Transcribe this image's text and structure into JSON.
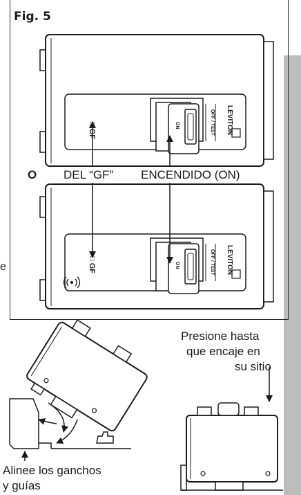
{
  "figure": {
    "label": "Fig. 5"
  },
  "callouts": {
    "or_label": "O",
    "gf_label": "DEL “GF”",
    "on_label": "ENCENDIDO (ON)"
  },
  "breaker": {
    "brand": "LEVITON",
    "off_test": "OFF / TEST",
    "on": "ON",
    "gf": "□ GF",
    "wifi_icon": "wireless-icon"
  },
  "instructions": {
    "press_line1": "Presione hasta",
    "press_line2": "que encaje en",
    "press_line3": "su sitio",
    "align_line1": "Alinee los ganchos",
    "align_line2": "y guías"
  },
  "edge_letter": "e",
  "colors": {
    "ink": "#1a1a1a",
    "panel_fill": "#ffffff",
    "watermark": "#bdbdbd"
  }
}
